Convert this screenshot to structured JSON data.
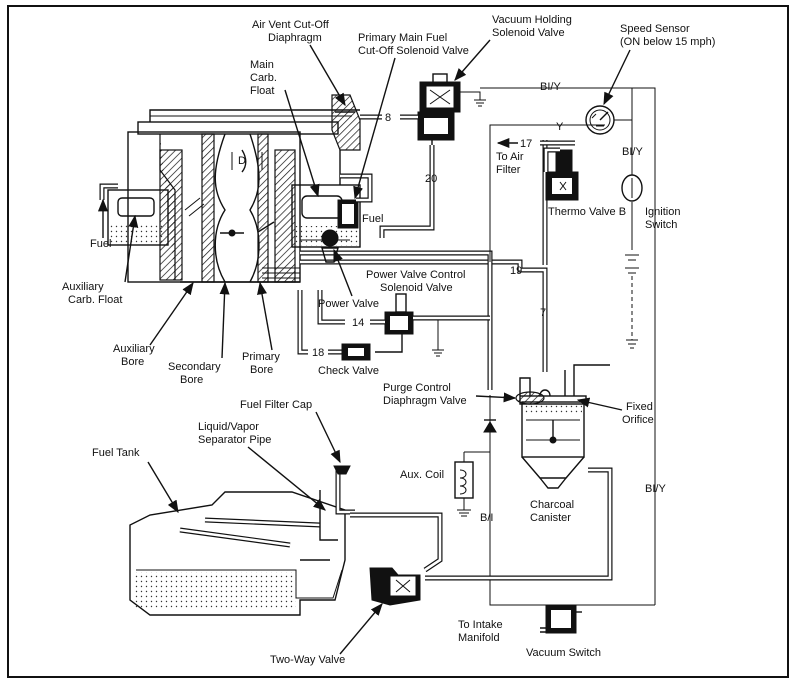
{
  "labels": {
    "air_vent": [
      "Air Vent Cut-Off",
      "Diaphragm"
    ],
    "primary_main_fuel": [
      "Primary Main Fuel",
      "Cut-Off Solenoid Valve"
    ],
    "vacuum_holding": [
      "Vacuum Holding",
      "Solenoid Valve"
    ],
    "speed_sensor": [
      "Speed Sensor",
      "(ON below 15 mph)"
    ],
    "main_carb_float": [
      "Main",
      "Carb.",
      "Float"
    ],
    "fuel_left": "Fuel",
    "fuel_right": "Fuel",
    "aux_carb_float": [
      "Auxiliary",
      "Carb. Float"
    ],
    "aux_bore": [
      "Auxiliary",
      "Bore"
    ],
    "secondary_bore": [
      "Secondary",
      "Bore"
    ],
    "primary_bore": [
      "Primary",
      "Bore"
    ],
    "power_valve_control": [
      "Power Valve Control",
      "Solenoid Valve"
    ],
    "power_valve": "Power Valve",
    "check_valve": "Check Valve",
    "to_air_filter": [
      "To Air",
      "Filter"
    ],
    "thermo_valve": "Thermo Valve B",
    "ignition_switch": [
      "Ignition",
      "Switch"
    ],
    "purge_control": [
      "Purge Control",
      "Diaphragm Valve"
    ],
    "fixed_orifice": [
      "Fixed",
      "Orifice"
    ],
    "fuel_filter_cap": "Fuel Filter Cap",
    "liquid_vapor": [
      "Liquid/Vapor",
      "Separator Pipe"
    ],
    "fuel_tank": "Fuel Tank",
    "aux_coil": "Aux. Coil",
    "charcoal_canister": [
      "Charcoal",
      "Canister"
    ],
    "bi_y_top": "BI/Y",
    "y_wire": "Y",
    "bi_y_mid": "BI/Y",
    "bi_y_bottom": "BI/Y",
    "b_i": "B/I",
    "to_intake": [
      "To Intake",
      "Manifold"
    ],
    "vacuum_switch": "Vacuum Switch",
    "two_way_valve": "Two-Way Valve"
  },
  "hose_numbers": {
    "n8": "8",
    "n17": "17",
    "n20": "20",
    "n19": "19",
    "n7": "7",
    "n14": "14",
    "n18": "18"
  }
}
